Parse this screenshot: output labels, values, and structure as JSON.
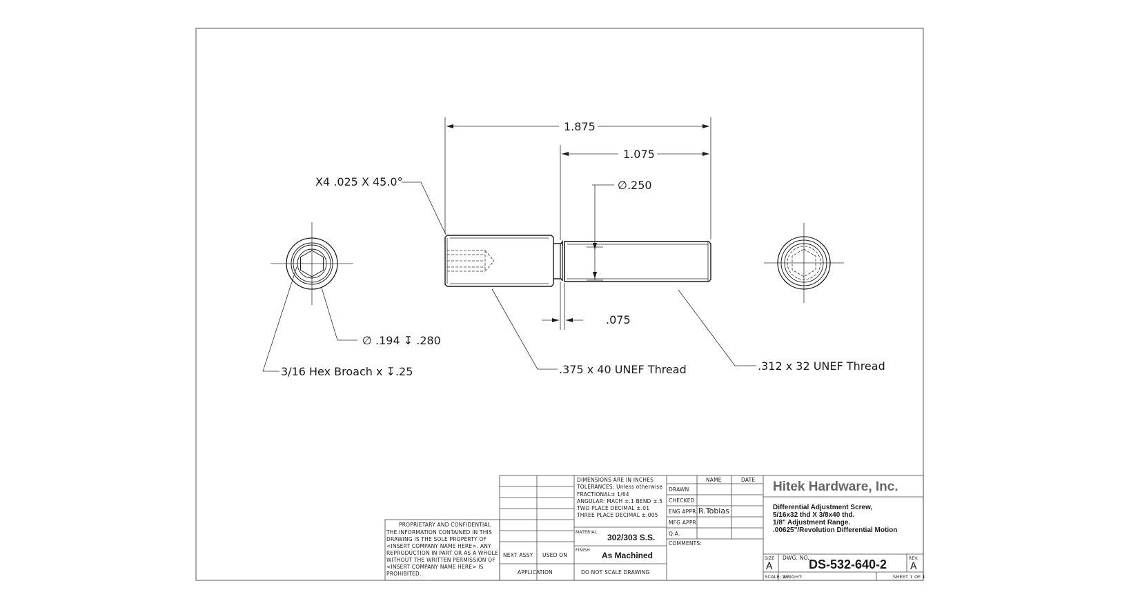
{
  "dimensions": {
    "overall_length": "1.875",
    "thread_length": "1.075",
    "pilot_diameter": "∅.250",
    "groove_width": ".075",
    "chamfer": "X4 .025 X 45.0°",
    "broach_drill": "∅ .194 ↧ .280",
    "hex_broach": "3/16 Hex Broach x ↧.25",
    "large_thread": ".375 x 40 UNEF Thread",
    "small_thread": ".312 x 32 UNEF Thread"
  },
  "title_block": {
    "proprietary": {
      "title": "PROPRIETARY AND CONFIDENTIAL",
      "lines": [
        "THE INFORMATION CONTAINED IN THIS",
        "DRAWING IS THE SOLE PROPERTY OF",
        "<INSERT COMPANY NAME HERE>. ANY",
        "REPRODUCTION IN PART OR AS A WHOLE",
        "WITHOUT THE WRITTEN PERMISSION OF",
        "<INSERT COMPANY NAME HERE> IS",
        "PROHIBITED."
      ]
    },
    "next_assy": "NEXT ASSY",
    "used_on": "USED ON",
    "application": "APPLICATION",
    "tolerances": [
      "DIMENSIONS ARE IN INCHES",
      "TOLERANCES: Unless otherwise",
      "FRACTIONAL±  1/64",
      "ANGULAR: MACH ±.1  BEND  ±.5",
      "TWO PLACE DECIMAL    ±.01",
      "THREE PLACE DECIMAL  ±.005"
    ],
    "material_label": "MATERIAL",
    "material": "302/303 S.S.",
    "finish_label": "FINISH",
    "finish": "As Machined",
    "no_scale": "DO NOT SCALE DRAWING",
    "name_header": "NAME",
    "date_header": "DATE",
    "rows": [
      "DRAWN",
      "CHECKED",
      "ENG APPR.",
      "MFG APPR.",
      "Q.A."
    ],
    "eng_name": "R.Tobias",
    "comments": "COMMENTS:",
    "company": "Hitek Hardware, Inc.",
    "description": [
      "Differential  Adjustment Screw,",
      "5/16x32 thd X  3/8x40 thd.",
      "1/8\" Adjustment Range.",
      ".00625\"/Revolution Differential  Motion"
    ],
    "size_label": "SIZE",
    "size": "A",
    "dwg_label": "DWG.  NO.",
    "dwg_no": "DS-532-640-2",
    "rev_label": "REV.",
    "rev": "A",
    "scale": "SCALE: 2:1",
    "weight": "WEIGHT:",
    "sheet": "SHEET 1 OF 1"
  },
  "colors": {
    "line": "#1a1a1a",
    "paper": "#ffffff",
    "company": "#555555"
  }
}
